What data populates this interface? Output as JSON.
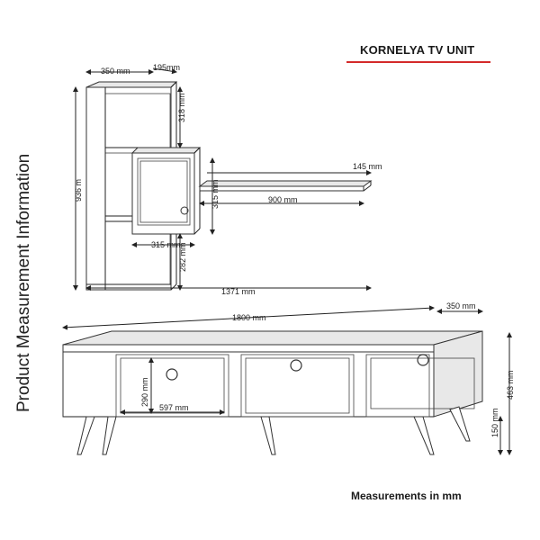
{
  "title": "KORNELYA TV UNIT",
  "side_label": "Product Measurement Information",
  "footer": "Measurements in mm",
  "accent_color": "#d42a2a",
  "dimensions": {
    "shelf_depth": "350 mm",
    "shelf_width": "195mm",
    "upper_height": "318 mm",
    "total_height": "936 m",
    "wall_shelf_depth": "145 mm",
    "cabinet_height": "315 mm",
    "wall_shelf_length": "900 mm",
    "cabinet_inner_width": "315 mm",
    "lower_height": "282 mm",
    "wall_unit_width": "1371 mm",
    "tv_unit_length": "1800 mm",
    "tv_unit_depth": "350 mm",
    "tv_unit_height": "463 mm",
    "door_height": "290 mm",
    "door_width": "597 mm",
    "leg_height": "150 mm"
  }
}
